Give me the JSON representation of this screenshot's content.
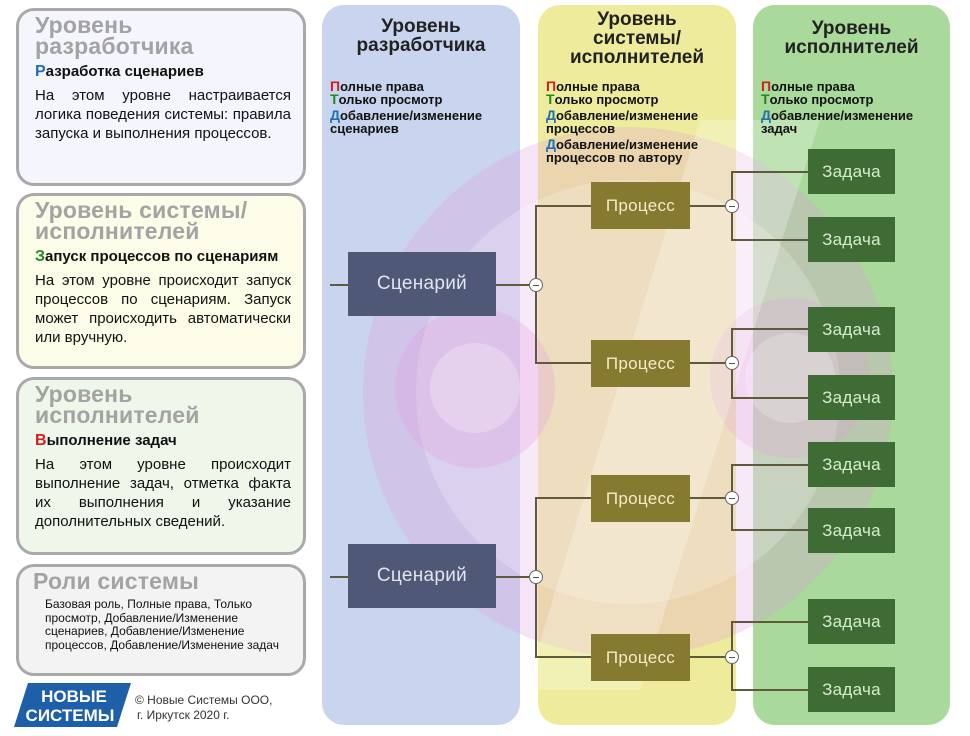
{
  "cards": [
    {
      "title_line1": "Уровень",
      "title_line2": "разработчика",
      "sub_first": "Р",
      "sub_rest": "азработка сценариев",
      "sub_color": "#1f6fb5",
      "text": "На этом уровне настраивается логика поведения системы: правила запуска и выполнения процессов."
    },
    {
      "title_line1": "Уровень системы/",
      "title_line2": "исполнителей",
      "sub_first": "З",
      "sub_rest": "апуск процессов по сценариям",
      "sub_color": "#1f8a1f",
      "text": "На этом уровне происходит запуск процессов по сценариям. Запуск может происходить автоматически или вручную."
    },
    {
      "title_line1": "Уровень",
      "title_line2": "исполнителей",
      "sub_first": "В",
      "sub_rest": "ыполнение задач",
      "sub_color": "#d21f1f",
      "text": "На этом уровне происходит выполнение задач, отметка факта их выполнения и указание дополнительных сведений."
    }
  ],
  "roles": {
    "title": "Роли системы",
    "text": "Базовая роль, Полные права, Только просмотр, Добавление/Изменение сценариев, Добавление/Изменение процессов, Добавление/Изменение задач"
  },
  "columns": {
    "dev": {
      "head_line1": "Уровень",
      "head_line2": "разработчика",
      "rights": [
        {
          "first": "П",
          "rest": "олные права",
          "color": "#d21f1f"
        },
        {
          "first": "Т",
          "rest": "олько просмотр",
          "color": "#1f8a1f"
        },
        {
          "first": "Д",
          "rest": "обавление/изменение",
          "color": "#1f6fb5"
        },
        {
          "first": "",
          "rest": "сценариев",
          "color": "#111"
        }
      ]
    },
    "sys": {
      "head_line1": "Уровень",
      "head_line2": "системы/",
      "head_line3": "исполнителей",
      "rights": [
        {
          "first": "П",
          "rest": "олные права",
          "color": "#d21f1f"
        },
        {
          "first": "Т",
          "rest": "олько просмотр",
          "color": "#1f8a1f"
        },
        {
          "first": "Д",
          "rest": "обавление/изменение",
          "color": "#1f6fb5"
        },
        {
          "first": "",
          "rest": "процессов",
          "color": "#111"
        },
        {
          "first": "Д",
          "rest": "обавление/изменение",
          "color": "#1f6fb5"
        },
        {
          "first": "",
          "rest": "процессов по автору",
          "color": "#111"
        }
      ]
    },
    "exec": {
      "head_line1": "Уровень",
      "head_line2": "исполнителей",
      "rights": [
        {
          "first": "П",
          "rest": "олные права",
          "color": "#d21f1f"
        },
        {
          "first": "Т",
          "rest": "олько просмотр",
          "color": "#1f8a1f"
        },
        {
          "first": "Д",
          "rest": "обавление/изменение",
          "color": "#1f6fb5"
        },
        {
          "first": "",
          "rest": "задач",
          "color": "#111"
        }
      ]
    }
  },
  "flow": {
    "scenario_label": "Сценарий",
    "process_label": "Процесс",
    "task_label": "Задача"
  },
  "footer": {
    "logo_line1": "НОВЫЕ",
    "logo_line2": "СИСТЕМЫ",
    "copyright_line1": "© Новые Системы ООО,",
    "copyright_line2": "г. Иркутск 2020 г."
  },
  "colors": {
    "dev_col": "#c9d4ee",
    "sys_col": "#eeec9c",
    "exec_col": "#a9d99b",
    "scenario": "#4f5877",
    "process": "#857a2f",
    "task": "#3f6b35",
    "logo": "#1d5fa8"
  }
}
